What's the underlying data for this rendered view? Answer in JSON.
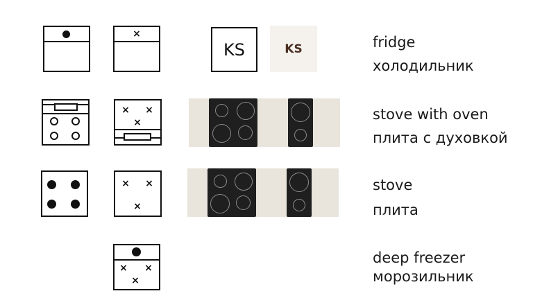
{
  "colors": {
    "line": "#111111",
    "counter": "#e9e5dc",
    "hob": "#1f1f1f",
    "zone_ring": "#8a8a8a",
    "brand_text": "#4a2f22",
    "brand_bg": "#f5f2ee"
  },
  "rows": [
    {
      "id": "fridge",
      "label_en": "fridge",
      "label_ru": "холодильник",
      "logo_text": "KS"
    },
    {
      "id": "stove-with-oven",
      "label_en": "stove with oven",
      "label_ru": "плита с духовкой"
    },
    {
      "id": "stove",
      "label_en": "stove",
      "label_ru": "плита"
    },
    {
      "id": "deep-freezer",
      "label_en": "deep freezer",
      "label_ru": "морозильник"
    }
  ],
  "marks": {
    "cross": "×"
  }
}
